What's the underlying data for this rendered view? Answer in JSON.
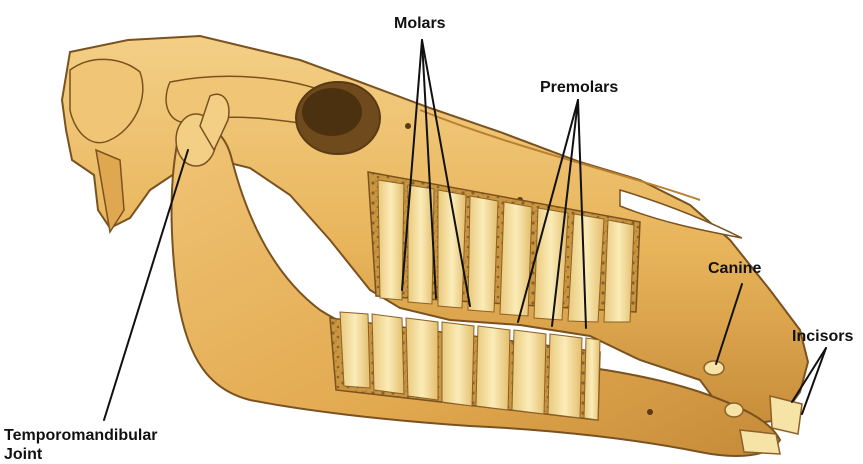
{
  "labels": {
    "molars": "Molars",
    "premolars": "Premolars",
    "canine": "Canine",
    "incisors": "Incisors",
    "tmj_line1": "Temporomandibular",
    "tmj_line2": "Joint"
  },
  "colors": {
    "bone": "#e8b45a",
    "bone_light": "#f3cf86",
    "bone_shadow": "#b9802f",
    "tooth": "#f6e3a6",
    "socket": "#a87a3a",
    "outline": "#7a5220",
    "background": "#ffffff"
  }
}
